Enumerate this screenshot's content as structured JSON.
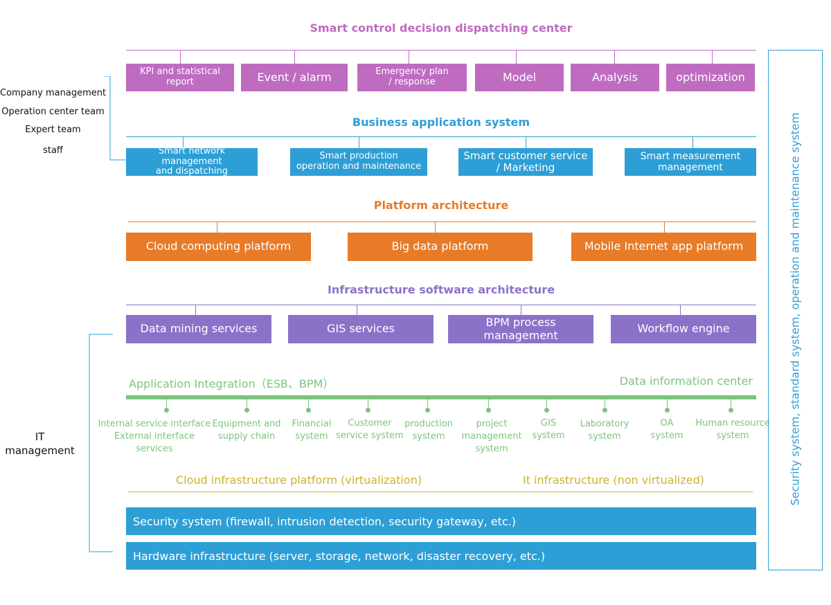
{
  "layer1": {
    "title": "Smart control decision dispatching center",
    "items": [
      "KPI and statistical report",
      "Event / alarm",
      "Emergency plan\n/ response",
      "Model",
      "Analysis",
      "optimization"
    ]
  },
  "layer2": {
    "title": "Business application system",
    "items": [
      "Smart network management\nand dispatching",
      "Smart production\noperation and maintenance",
      "Smart customer service\n/ Marketing",
      "Smart measurement\nmanagement"
    ]
  },
  "layer3": {
    "title": "Platform architecture",
    "items": [
      "Cloud computing platform",
      "Big data platform",
      "Mobile Internet app platform"
    ]
  },
  "layer4": {
    "title": "Infrastructure software architecture",
    "items": [
      "Data mining services",
      "GIS services",
      "BPM process management",
      "Workflow engine"
    ]
  },
  "integration": {
    "left_label": "Application Integration（ESB、BPM）",
    "right_label": "Data information center",
    "systems": [
      "Internal service interface\nExternal interface services",
      "Equipment and\nsupply chain",
      "Financial\nsystem",
      "Customer\nservice  system",
      "production\nsystem",
      "project\nmanagement\nsystem",
      "GIS\nsystem",
      "Laboratory\nsystem",
      "OA\nsystem",
      "Human resource\nsystem"
    ]
  },
  "infrastructure": {
    "left_label": "Cloud infrastructure platform (virtualization)",
    "right_label": "It infrastructure (non virtualized)",
    "security_band": "Security system (firewall, intrusion detection, security gateway, etc.)",
    "hardware_band": "Hardware infrastructure (server, storage, network, disaster recovery, etc.)"
  },
  "left_labels": {
    "teams": [
      "Company management",
      "Operation center team",
      "Expert team",
      "staff"
    ],
    "it_management": "IT\nmanagement"
  },
  "right_panel": "Security system, standard system, operation and maintenance system",
  "colors": {
    "magenta": "#bf6cc0",
    "blue": "#2d9fd6",
    "orange": "#e77b27",
    "purple": "#8b72c9",
    "green": "#7cc47c",
    "olive": "#c9b42d"
  }
}
